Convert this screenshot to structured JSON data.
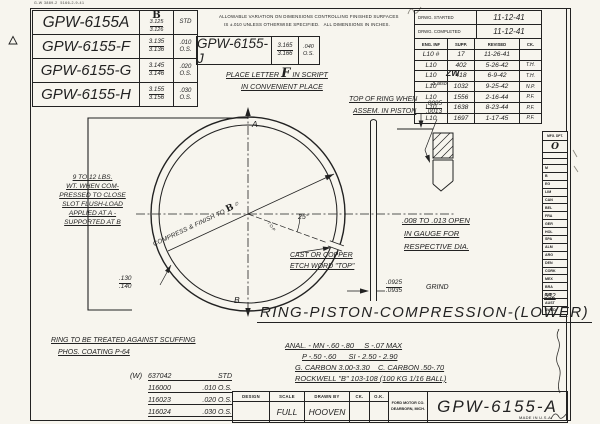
{
  "stamp_top_left": "G-W 3889-2  5166-2-9-41",
  "part_table": {
    "b_label": "B",
    "rows": [
      {
        "part": "GPW-6155A",
        "upper": "3.125",
        "lower": "3.126",
        "size": "STD",
        "size2": ""
      },
      {
        "part": "GPW-6155-F",
        "upper": "3.135",
        "lower": "3.136",
        "size": ".010",
        "size2": "O.S."
      },
      {
        "part": "GPW-6155-G",
        "upper": "3.145",
        "lower": "3.146",
        "size": ".020",
        "size2": "O.S."
      },
      {
        "part": "GPW-6155-H",
        "upper": "3.155",
        "lower": "3.156",
        "size": ".030",
        "size2": "O.S."
      }
    ]
  },
  "j_row": {
    "part": "GPW-6155-J",
    "upper": "3.165",
    "lower": "3.166",
    "size": ".040",
    "size2": "O.S."
  },
  "variation_note": {
    "line1": "ALLOWABLE VARIATION ON DIMENSIONS CONTROLLING FINISHED SURFACES",
    "line2": "IS ±.010 UNLESS OTHERWISE SPECIFIED.   ALL DIMENSIONS IN INCHES."
  },
  "script_note": {
    "line1_pre": "PLACE LETTER ",
    "script_letter": "F",
    "line1_post": " IN SCRIPT",
    "line2": "IN CONVENIENT PLACE"
  },
  "revision_block": {
    "started_label": "DRWG. STARTED",
    "started_value": "11-12-41",
    "completed_label": "DRWG. COMPLETED",
    "completed_value": "11-12-41",
    "headers": {
      "eng": "ENG. INF",
      "supp": "SUPP.",
      "revised": "REVISED",
      "ck": "CK."
    },
    "rows": [
      {
        "eng": "L10 #",
        "supp": "17",
        "revised": "11-26-41",
        "ck": ""
      },
      {
        "eng": "L10",
        "supp": "402",
        "revised": "5-26-42",
        "ck": "T.H."
      },
      {
        "eng": "L10",
        "supp": "418",
        "revised": "6-9-42",
        "ck": "T.H."
      },
      {
        "eng": "L10",
        "supp": "1032",
        "revised": "9-25-42",
        "ck": "N.P."
      },
      {
        "eng": "L10",
        "supp": "1556",
        "revised": "2-16-44",
        "ck": "P.F."
      },
      {
        "eng": "L10",
        "supp": "1638",
        "revised": "8-23-44",
        "ck": "P.F."
      },
      {
        "eng": "L10",
        "supp": "1697",
        "revised": "1-17-45",
        "ck": "P.F."
      }
    ],
    "margin_note1": "ZW",
    "margin_note2": "Δ also"
  },
  "mfg_column": {
    "header": "MFG. DPT.",
    "script_mark": "O",
    "codes": [
      "M",
      "B",
      "EG",
      "LIM",
      "CAN",
      "BEL",
      "FRA",
      "GER",
      "HOL",
      "SPA",
      "ALM",
      "ARG",
      "DEN",
      "CORK",
      "MEX",
      "BRA",
      "JAP",
      "AUST",
      "SWED"
    ],
    "handwritten": "552"
  },
  "drawing": {
    "load_note": [
      "9 TO 12 LBS.",
      "WT. WHEN COM-",
      "PRESSED TO CLOSE",
      "SLOT FLUSH-LOAD",
      "APPLIED AT A -",
      "SUPPORTED AT B"
    ],
    "label_a": "A",
    "label_b": "B",
    "compress_note": "COMPRESS & FINISH TO",
    "compress_b": "B",
    "dia_symbol": "∅",
    "angle": "25°",
    "etch_note1": "CAST OR COPPER",
    "etch_note2": "ETCH WORD \"TOP\"",
    "top_word": "TOP",
    "radial_upper": ".130",
    "radial_lower": ".140",
    "width_upper": ".0925",
    "width_lower": ".0935",
    "grind": "GRIND",
    "assem_note1": "TOP OF RING WHEN",
    "assem_note2": "ASSEM. IN PISTON",
    "clearance_upper": ".0005",
    "clearance_lower": ".0013",
    "gap_note": [
      ".008 TO .013 OPEN",
      "IN GAUGE FOR",
      "RESPECTIVE DIA."
    ]
  },
  "title": "RING-PISTON-COMPRESSION-(LOWER)",
  "analysis": [
    "ANAL. - MN -.60 -.80     S -.07 MAX",
    "P -.50 -.60      SI - 2.50 - 2.90",
    "G. CARBON 3.00-3.30    C. CARBON .50-.70",
    "ROCKWELL \"B\" 103-108 (100 KG 1/16 BALL)"
  ],
  "treatment_note": [
    "RING TO BE TREATED AGAINST SCUFFING",
    "PHOS. COATING P-64"
  ],
  "w_list": {
    "prefix": "(W)",
    "rows": [
      {
        "num": "637042",
        "size": "STD"
      },
      {
        "num": "116000",
        "size": ".010 O.S."
      },
      {
        "num": "116023",
        "size": ".020 O.S."
      },
      {
        "num": "116024",
        "size": ".030 O.S."
      }
    ]
  },
  "title_block": {
    "design": "DESIGN",
    "scale_label": "SCALE",
    "scale_value": "FULL",
    "drawn_label": "DRAWN BY",
    "drawn_value": "HOOVEN",
    "ck": "CK.",
    "ok": "O.K.",
    "company1": "FORD MOTOR CO.",
    "company2": "DEARBORN, MICH.",
    "part_number": "GPW-6155-A",
    "made_in": "MADE IN U.S.A."
  }
}
